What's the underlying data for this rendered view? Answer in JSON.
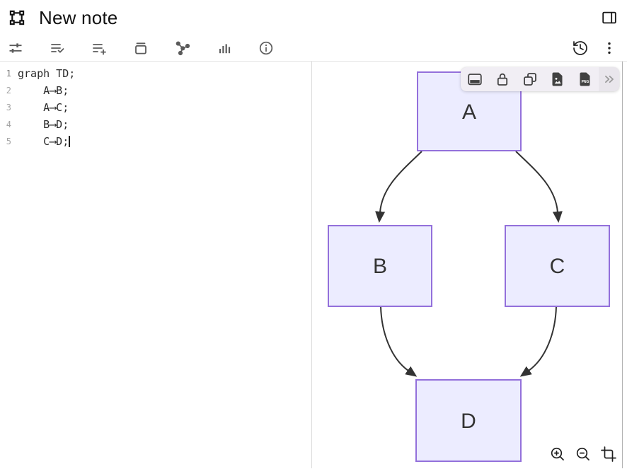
{
  "header": {
    "title": "New note",
    "doc_icon": "frame-icon",
    "sidebar_toggle_icon": "sidebar-right-icon"
  },
  "toolbar": {
    "icons": [
      "tune-icon",
      "list-check-icon",
      "list-add-icon",
      "archive-icon",
      "graph-icon",
      "bar-chart-icon",
      "info-icon"
    ],
    "right_icons": [
      "history-icon",
      "kebab-menu-icon"
    ]
  },
  "editor": {
    "language": "mermaid",
    "lines": [
      {
        "num": "1",
        "code": "graph TD;"
      },
      {
        "num": "2",
        "code": "    A⟶B;"
      },
      {
        "num": "3",
        "code": "    A⟶C;"
      },
      {
        "num": "4",
        "code": "    B⟶D;"
      },
      {
        "num": "5",
        "code": "    C⟶D;"
      }
    ],
    "cursor": {
      "line": 5,
      "position": "end-of-line"
    }
  },
  "preview": {
    "floating_toolbar": {
      "icons": [
        "panel-icon",
        "lock-icon",
        "copy-icon",
        "image-export-icon",
        "png-export-icon",
        "more-icon"
      ],
      "png_label": "PNG"
    },
    "zoom_controls": [
      "zoom-in-icon",
      "zoom-out-icon",
      "crop-icon"
    ],
    "diagram": {
      "type": "flowchart",
      "direction": "TD",
      "nodes": [
        {
          "id": "A",
          "label": "A"
        },
        {
          "id": "B",
          "label": "B"
        },
        {
          "id": "C",
          "label": "C"
        },
        {
          "id": "D",
          "label": "D"
        }
      ],
      "edges": [
        [
          "A",
          "B"
        ],
        [
          "A",
          "C"
        ],
        [
          "B",
          "D"
        ],
        [
          "C",
          "D"
        ]
      ],
      "colors": {
        "node_fill": "#ECECFF",
        "node_border": "#9370DB",
        "edge": "#333333",
        "label": "#333333"
      }
    }
  }
}
